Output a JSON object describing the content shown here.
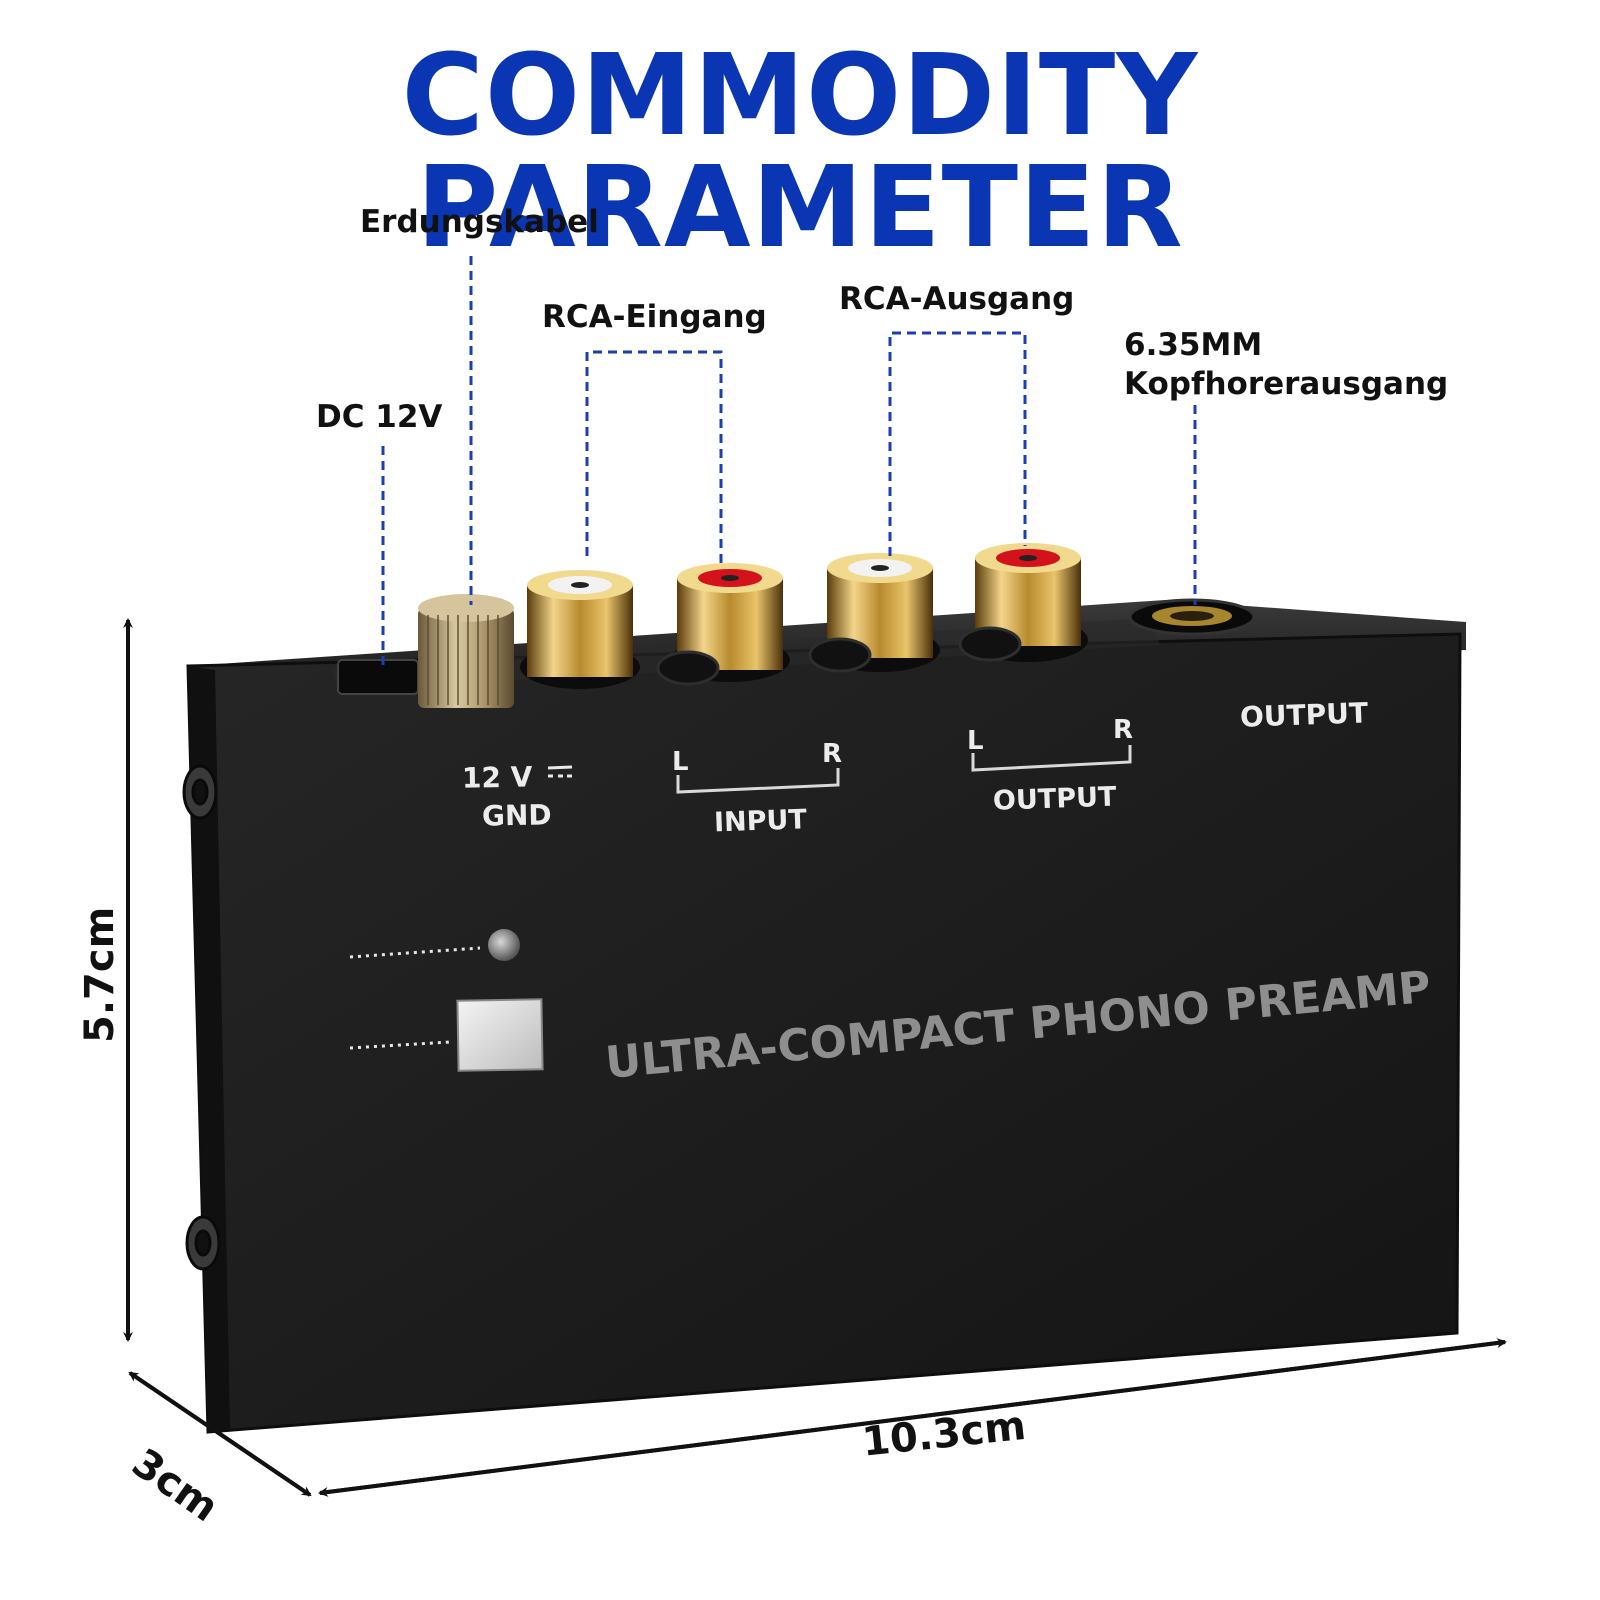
{
  "heading": {
    "title": "COMMODITY PARAMETER",
    "color": "#0a36b4"
  },
  "callouts": {
    "dc": "DC 12V",
    "ground": "Erdungskabel",
    "rca_in": "RCA-Eingang",
    "rca_out": "RCA-Ausgang",
    "headphone_line1": "6.35MM",
    "headphone_line2": "Kopfhorerausgang"
  },
  "device": {
    "power_labels": [
      "12 V",
      "GND"
    ],
    "input_l": "L",
    "input_r": "R",
    "input_label": "INPUT",
    "output_l": "L",
    "output_r": "R",
    "output_label": "OUTPUT",
    "headphone_label": "OUTPUT",
    "brand_text": "ULTRA-COMPACT PHONO PREAMP",
    "body_color": "#1b1b1b",
    "rca_colors": {
      "left": "#f2f2f2",
      "right": "#d4121c"
    }
  },
  "dimensions": {
    "height": "5.7cm",
    "depth": "3cm",
    "width": "10.3cm"
  },
  "leader_color": "#1a3fb0"
}
